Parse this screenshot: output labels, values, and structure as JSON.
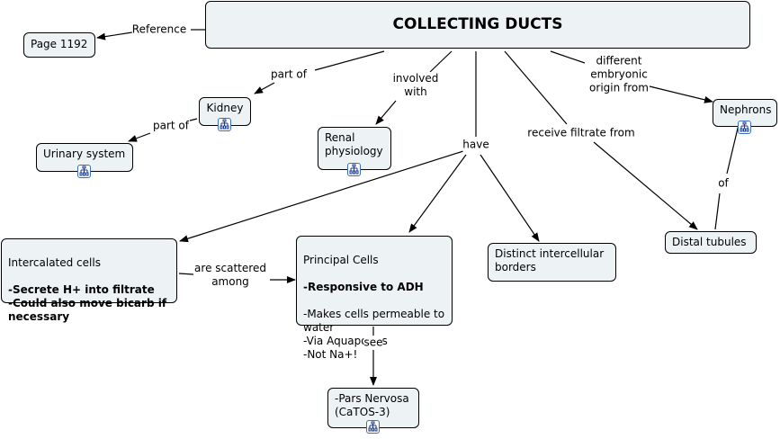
{
  "concepts": {
    "main": "COLLECTING DUCTS",
    "page": "Page 1192",
    "kidney": "Kidney",
    "urinary": "Urinary system",
    "renal": "Renal\nphysiology",
    "nephrons": "Nephrons",
    "intercalated_title": "Intercalated cells",
    "intercalated_bold": "-Secrete H+ into filtrate\n-Could also move bicarb if\n necessary",
    "principal_title": "Principal Cells",
    "principal_bold": "-Responsive to ADH",
    "principal_rest": "-Makes cells permeable to\n water\n     -Via Aquaporins\n          -Not Na+!",
    "distinct": "Distinct intercellular\nborders",
    "distal": "Distal tubules",
    "pars": "-Pars Nervosa\n (CaTOS-3)"
  },
  "links": {
    "reference": "Reference",
    "part_of_1": "part of",
    "part_of_2": "part of",
    "involved_with": "involved\nwith",
    "have": "have",
    "different_origin": "different\nembryonic\norigin from",
    "receive_filtrate": "receive filtrate from",
    "of": "of",
    "scattered": "are scattered\namong",
    "see": "see"
  },
  "icons": {
    "submap": "concept-map-icon"
  },
  "colors": {
    "node_fill": "#edf3f5",
    "icon_border": "#3a6fc4"
  }
}
